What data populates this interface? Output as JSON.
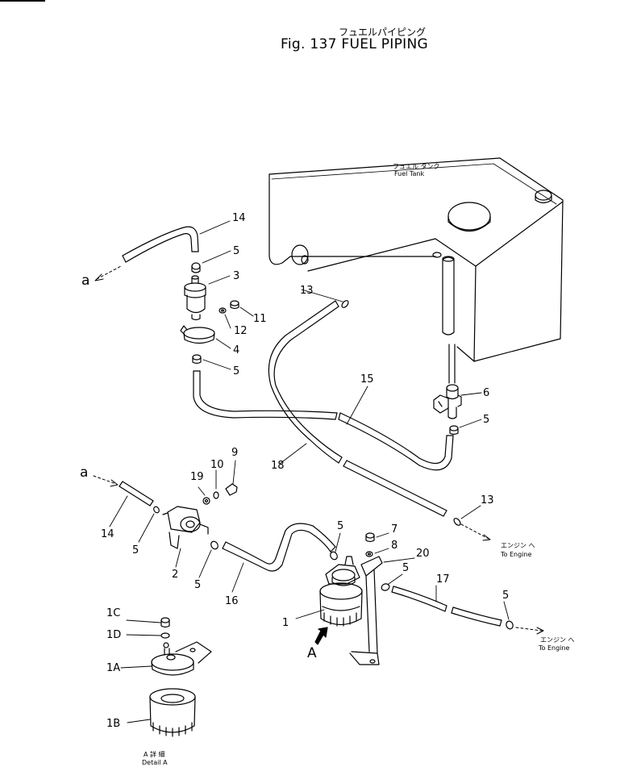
{
  "title": {
    "japanese": "フュエルパイピング",
    "english": "Fig. 137  FUEL  PIPING"
  },
  "notes": {
    "fuel_tank_jp": "フュエル タンク",
    "fuel_tank_en": "Fuel Tank",
    "to_engine_jp": "エンジン へ",
    "to_engine_en": "To Engine",
    "detail_jp": "A 詳 細",
    "detail_en": "Detail A"
  },
  "view_markers": {
    "a_upper": "a",
    "a_lower": "a",
    "view_A": "A"
  },
  "part_labels": {
    "p14_top": "14",
    "p5_a": "5",
    "p3": "3",
    "p11": "11",
    "p12": "12",
    "p4": "4",
    "p5_b": "5",
    "p13_top": "13",
    "p15": "15",
    "p6": "6",
    "p5_c": "5",
    "p18": "18",
    "p9": "9",
    "p10": "10",
    "p19": "19",
    "p14_low": "14",
    "p5_d": "5",
    "p2": "2",
    "p5_e": "5",
    "p16": "16",
    "p13_low": "13",
    "p7": "7",
    "p8": "8",
    "p20": "20",
    "p5_f": "5",
    "p5_g": "5",
    "p17": "17",
    "p5_h": "5",
    "p1": "1",
    "p1C": "1C",
    "p1D": "1D",
    "p1A": "1A",
    "p1B": "1B"
  }
}
